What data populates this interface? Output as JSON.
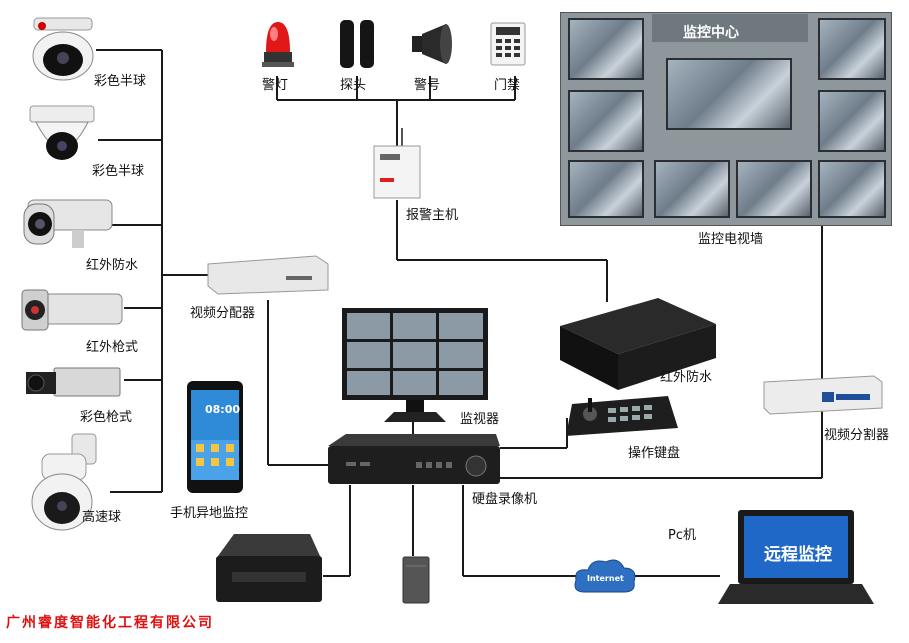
{
  "cameras": {
    "dome_1": "彩色半球",
    "dome_2": "彩色半球",
    "ir_waterproof": "红外防水",
    "ir_bullet": "红外枪式",
    "color_bullet": "彩色枪式",
    "speed_dome": "高速球"
  },
  "alarm": {
    "warning_light": "警灯",
    "detector": "探头",
    "siren": "警号",
    "access_control": "门禁",
    "alarm_host": "报警主机"
  },
  "center": {
    "video_wall_label": "监控电视墙",
    "wall_header": "监控中心",
    "ir_box_label": "红外防水",
    "video_splitter_right": "视频分割器",
    "keyboard_label": "操作键盘"
  },
  "middle": {
    "video_distributor": "视频分配器",
    "monitor_label": "监视器",
    "dvr_label": "硬盘录像机",
    "phone_label": "手机异地监控",
    "phone_time": "08:00"
  },
  "remote": {
    "pc_label": "Pc机",
    "laptop_screen_text": "远程监控",
    "cloud_text": "Internet"
  },
  "company": "广州睿度智能化工程有限公司"
}
